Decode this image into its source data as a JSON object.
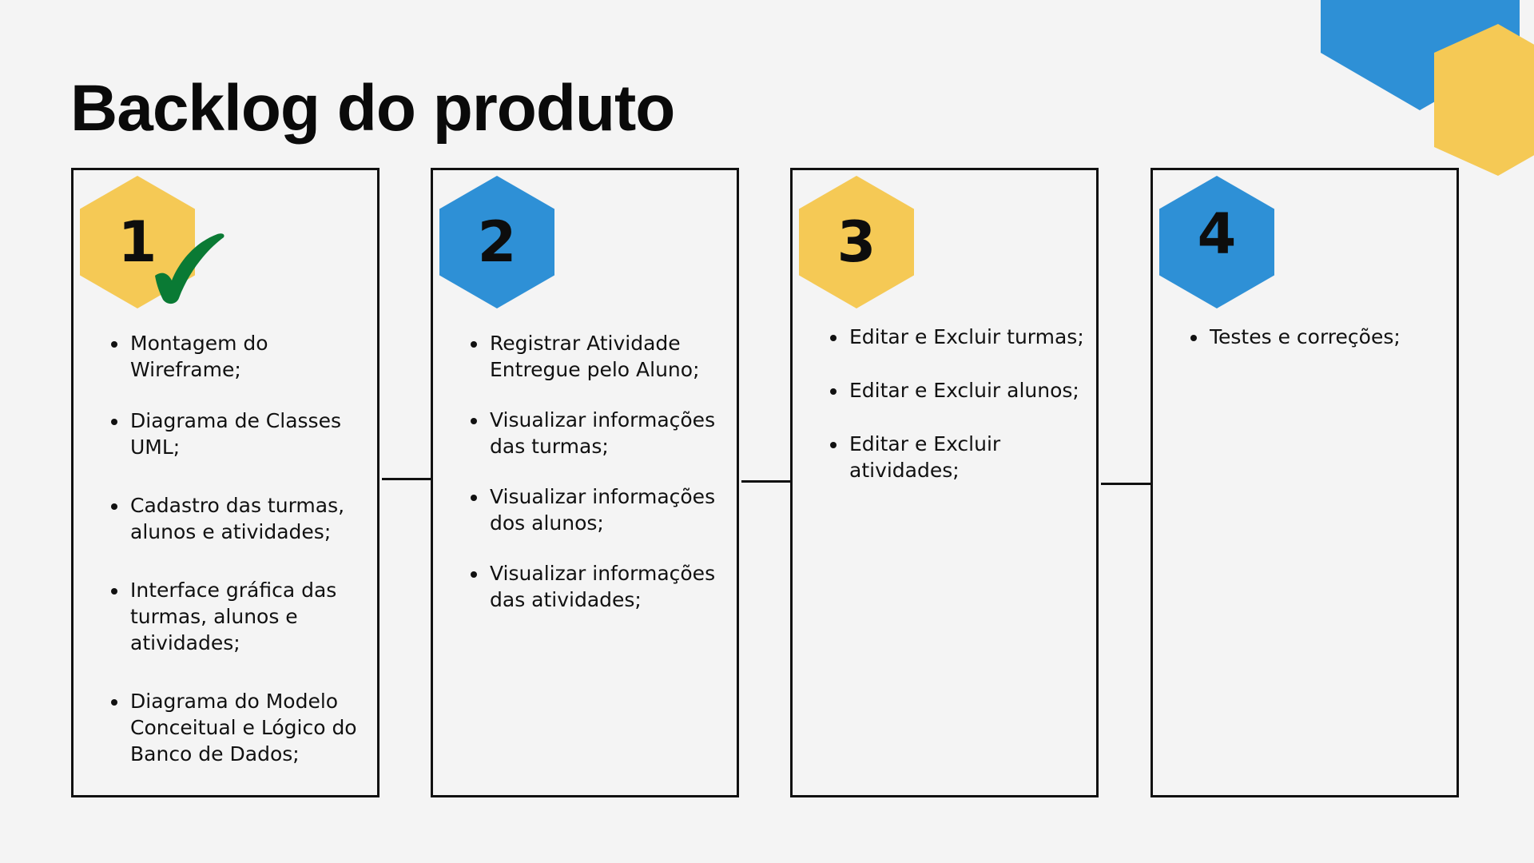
{
  "title": "Backlog do produto",
  "colors": {
    "background": "#f4f4f4",
    "yellow": "#f5c955",
    "blue": "#2e90d6",
    "check_green": "#0a7a34",
    "border": "#111111"
  },
  "stages": [
    {
      "number": "1",
      "color": "yellow",
      "completed": true,
      "status_icon": "check-icon",
      "items": [
        "Montagem do Wireframe;",
        "Diagrama de Classes UML;",
        "Cadastro das turmas, alunos e atividades;",
        "Interface gráfica das turmas, alunos e atividades;",
        "Diagrama do Modelo Conceitual e Lógico do Banco de Dados;"
      ]
    },
    {
      "number": "2",
      "color": "blue",
      "completed": false,
      "items": [
        "Registrar Atividade Entregue pelo Aluno;",
        "Visualizar informações das turmas;",
        "Visualizar informações dos alunos;",
        "Visualizar informações das atividades;"
      ]
    },
    {
      "number": "3",
      "color": "yellow",
      "completed": false,
      "items": [
        "Editar e Excluir turmas;",
        "Editar e Excluir alunos;",
        "Editar e Excluir atividades;"
      ]
    },
    {
      "number": "4",
      "color": "blue",
      "completed": false,
      "items": [
        "Testes e correções;"
      ]
    }
  ]
}
